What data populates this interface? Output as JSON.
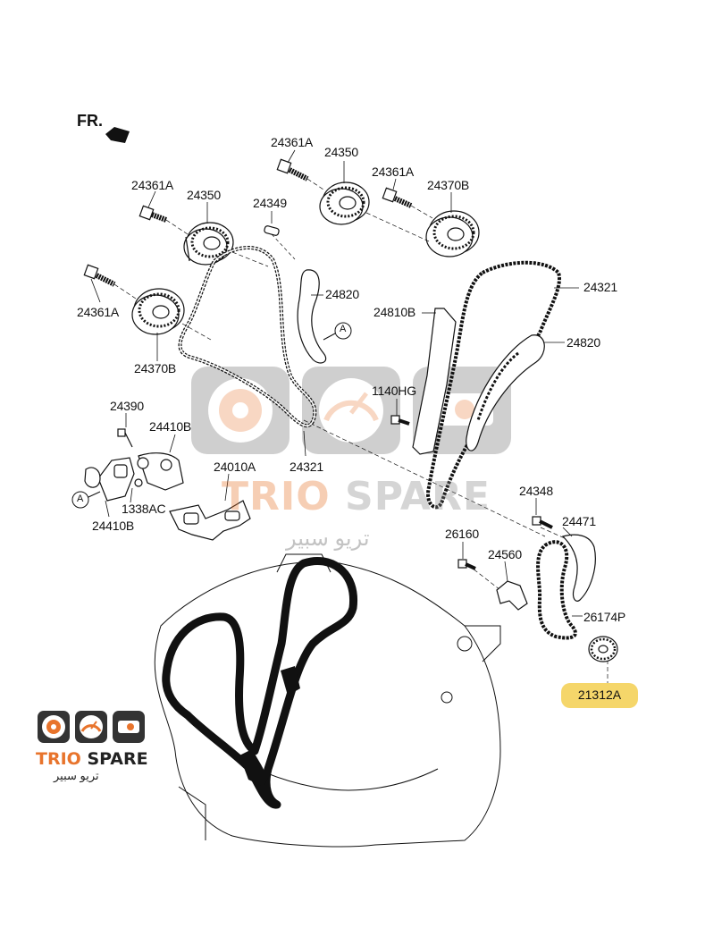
{
  "diagram": {
    "front_label": "FR.",
    "labels": {
      "l24361A_top": "24361A",
      "l24350_top": "24350",
      "l24361A_mid": "24361A",
      "l24370B_top": "24370B",
      "l24361A_left": "24361A",
      "l24350_left": "24350",
      "l24349": "24349",
      "l24321_right": "24321",
      "l24361A_lower": "24361A",
      "l24820_left": "24820",
      "l24810B": "24810B",
      "l24820_right": "24820",
      "lA_upper": "A",
      "l24370B_left": "24370B",
      "l1140HG": "1140HG",
      "l24390": "24390",
      "l24410B_top": "24410B",
      "l24321_bottom": "24321",
      "l24010A": "24010A",
      "lA_lower": "A",
      "l1338AC": "1338AC",
      "l24410B_bottom": "24410B",
      "l24348": "24348",
      "l24471": "24471",
      "l26160": "26160",
      "l24560": "24560",
      "l26174P": "26174P",
      "l21312A": "21312A"
    },
    "highlighted_part": "21312A"
  },
  "watermark": {
    "brand_orange": "TRIO",
    "brand_gray": "SPARE",
    "brand_arabic": "تريو سبير"
  },
  "colors": {
    "highlight": "#f5d66a",
    "brand_orange": "#e8742c"
  }
}
